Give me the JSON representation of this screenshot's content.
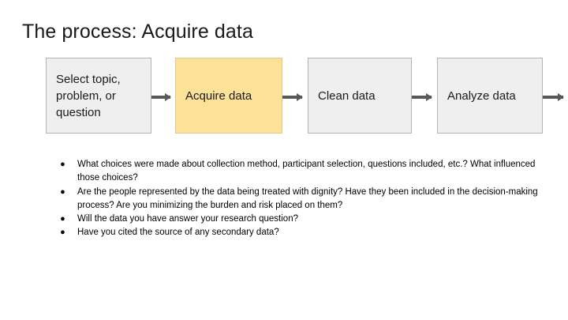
{
  "slide": {
    "title": "The process: Acquire data"
  },
  "process_flow": {
    "steps": [
      {
        "label": "Select topic, problem, or question",
        "highlighted": false
      },
      {
        "label": "Acquire data",
        "highlighted": true
      },
      {
        "label": "Clean data",
        "highlighted": false
      },
      {
        "label": "Analyze data",
        "highlighted": false
      }
    ],
    "arrow_count": 4,
    "colors": {
      "box_fill": "#efefef",
      "box_border": "#b3b3b3",
      "highlight_fill": "#fce199",
      "highlight_border": "#e3c987",
      "arrow": "#595959"
    }
  },
  "bullets": {
    "marker": "●",
    "items": [
      "What choices were made about collection method, participant selection, questions included, etc.? What influenced those choices?",
      "Are the people represented by the data being treated with dignity? Have they been included in the decision-making process? Are you minimizing the burden and risk placed on them?",
      "Will the data you have answer your research question?",
      "Have you cited the source of any secondary data?"
    ]
  }
}
